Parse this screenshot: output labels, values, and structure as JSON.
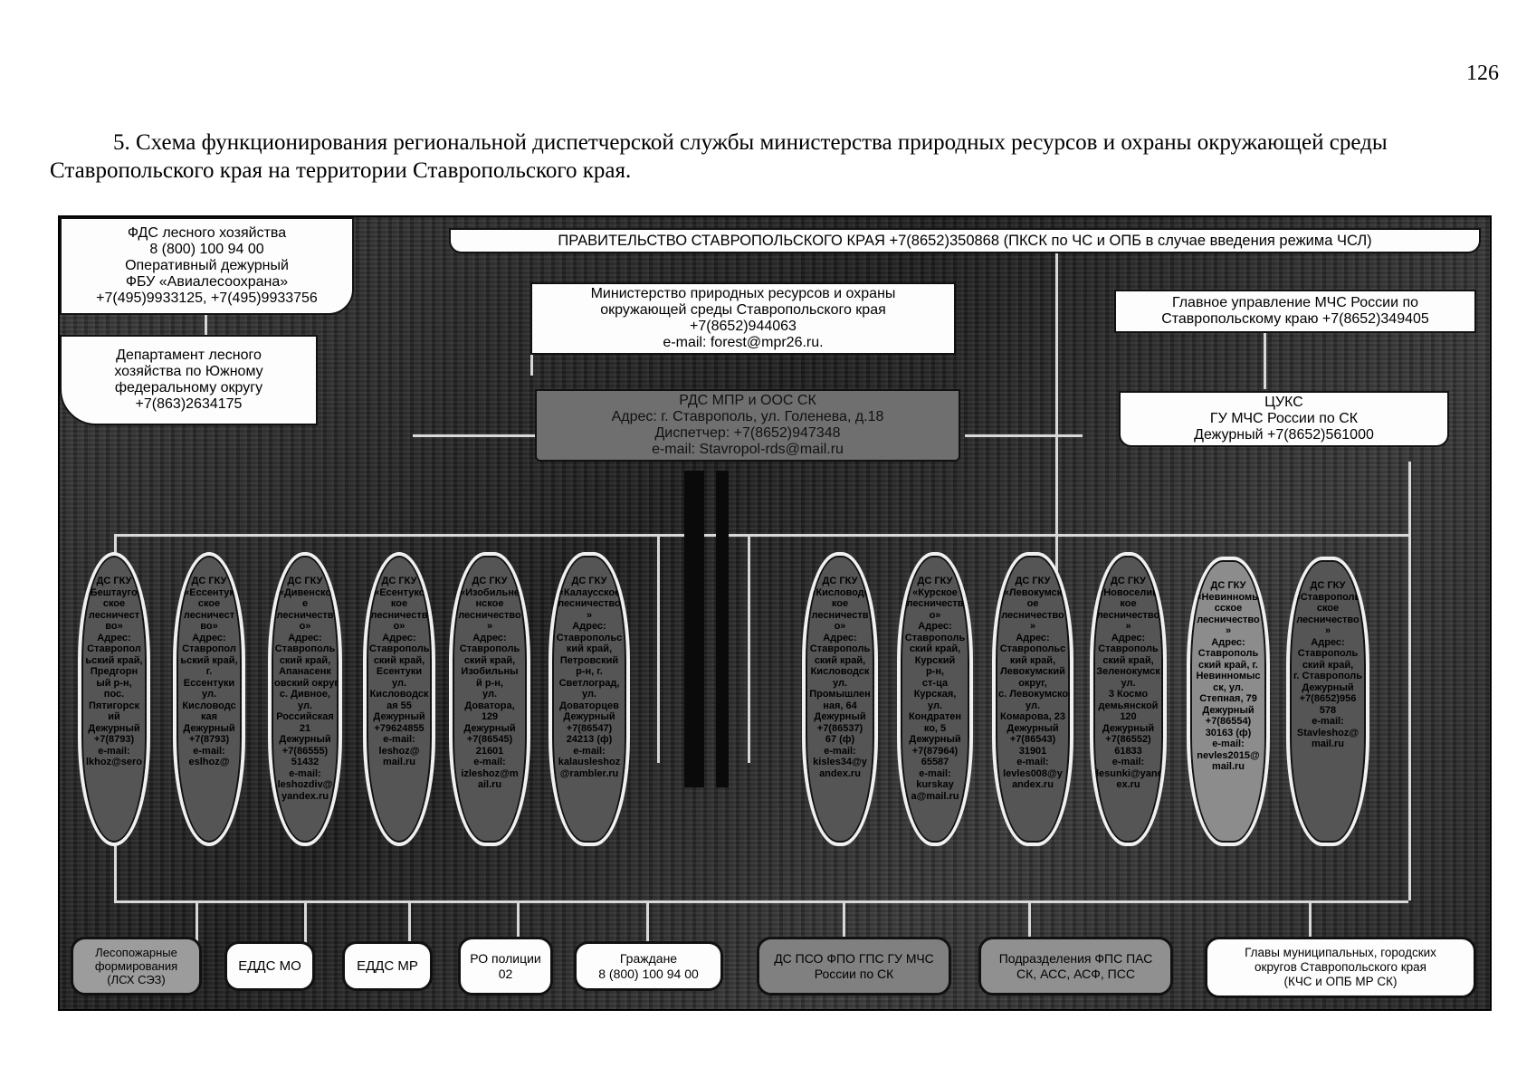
{
  "page": {
    "number": "126"
  },
  "heading": "5. Схема функционирования региональной диспетчерской службы министерства природных ресурсов и охраны окружающей среды Ставропольского края на территории Ставропольского края.",
  "diagram": {
    "fds": [
      "ФДС лесного хозяйства",
      "8 (800) 100 94 00",
      "Оперативный дежурный",
      "ФБУ «Авиалесоохрана»",
      "+7(495)9933125, +7(495)9933756"
    ],
    "department": [
      "Департамент лесного",
      "хозяйства по Южному",
      "федеральному округу",
      "+7(863)2634175"
    ],
    "government": "ПРАВИТЕЛЬСТВО СТАВРОПОЛЬСКОГО КРАЯ +7(8652)350868 (ПКСК по ЧС и ОПБ в случае введения режима ЧСЛ)",
    "ministry": [
      "Министерство природных ресурсов и охраны",
      "окружающей среды Ставропольского края",
      "+7(8652)944063",
      "e-mail: forest@mpr26.ru."
    ],
    "mchs": [
      "Главное управление МЧС России по",
      "Ставропольскому краю +7(8652)349405"
    ],
    "rds": [
      "РДС МПР и ООС СК",
      "Адрес: г. Ставрополь, ул. Голенева, д.18",
      "Диспетчер: +7(8652)947348",
      "e-mail: Stavropol-rds@mail.ru"
    ],
    "tsuks": [
      "ЦУКС",
      "ГУ МЧС России по СК",
      "Дежурный +7(8652)561000"
    ],
    "forestries": [
      [
        "ДС ГКУ",
        "«Бештаугор",
        "ское",
        "лесничест",
        "во»",
        "Адрес:",
        "Ставропол",
        "ьский край,",
        "Предгорн",
        "ый р-н,",
        "пос.",
        "Пятигорск",
        "ий",
        "Дежурный",
        "+7(8793)",
        "",
        "e-mail:",
        "lkhoz@sero"
      ],
      [
        "ДС ГКУ",
        "«Ессентук",
        "ское",
        "лесничест",
        "во»",
        "Адрес:",
        "Ставропол",
        "ьский край,",
        "г.",
        "Ессентуки",
        "ул.",
        "Кисловодс",
        "кая",
        "Дежурный",
        "+7(8793)",
        "",
        "e-mail:",
        "eslhoz@"
      ],
      [
        "ДС ГКУ",
        "«Дивенско",
        "е",
        "лесничеств",
        "о»",
        "Адрес:",
        "Ставрополь",
        "ский край,",
        "Апанасенк",
        "овский округ,",
        "с. Дивное,",
        "ул.",
        "Российская",
        "21",
        "Дежурный",
        "+7(86555)",
        "51432",
        "e-mail:",
        "leshozdiv@",
        "yandex.ru"
      ],
      [
        "ДС ГКУ",
        "«Есентукс",
        "кое",
        "лесничеств",
        "о»",
        "Адрес:",
        "Ставрополь",
        "ский край,",
        "Есентуки",
        "ул.",
        "Кисловодск",
        "ая 55",
        "Дежурный",
        "+79624855",
        "",
        "e-mail:",
        "leshoz@",
        "mail.ru"
      ],
      [
        "ДС ГКУ",
        "«Изобильне",
        "нское",
        "лесничество",
        "»",
        "Адрес:",
        "Ставрополь",
        "ский край,",
        "Изобильны",
        "й р-н,",
        "ул.",
        "Доватора,",
        "129",
        "Дежурный",
        "+7(86545)",
        "21601",
        "e-mail:",
        "izleshoz@m",
        "ail.ru"
      ],
      [
        "ДС ГКУ",
        "«Калаусское",
        "лесничество",
        "»",
        "Адрес:",
        "Ставропольс",
        "кий край,",
        "Петровский",
        "р-н, г.",
        "Светлоград,",
        "ул.",
        "Доваторцев",
        "Дежурный",
        "+7(86547)",
        "24213 (ф)",
        "",
        "e-mail:",
        "kalausleshoz",
        "@rambler.ru"
      ],
      [
        "ДС ГКУ",
        "«Кисловодс",
        "кое",
        "лесничеств",
        "о»",
        "Адрес:",
        "Ставрополь",
        "ский край,",
        "Кисловодск",
        "ул.",
        "Промышлен",
        "ная, 64",
        "Дежурный",
        "+7(86537)",
        "67 (ф)",
        "e-mail:",
        "kisles34@y",
        "andex.ru"
      ],
      [
        "ДС ГКУ",
        "«Курское",
        "лесничеств",
        "о»",
        "Адрес:",
        "Ставрополь",
        "ский край,",
        "Курский",
        "р-н,",
        "ст-ца",
        "Курская,",
        "ул.",
        "Кондратен",
        "ко, 5",
        "Дежурный",
        "+7(87964)",
        "65587",
        "e-mail:",
        "kurskay",
        "a@mail.ru"
      ],
      [
        "ДС ГКУ",
        "«Левокумск",
        "ое",
        "лесничество",
        "»",
        "Адрес:",
        "Ставропольс",
        "кий край,",
        "Левокумский",
        "округ,",
        "с. Левокумское",
        "ул.",
        "Комарова, 23",
        "Дежурный",
        "+7(86543)",
        "31901",
        "e-mail:",
        "levles008@y",
        "andex.ru"
      ],
      [
        "ДС ГКУ",
        "«Новоселиц",
        "кое",
        "лесничество",
        "»",
        "Адрес:",
        "Ставрополь",
        "ский край,",
        "Зеленокумск",
        "ул.",
        "3 Космо",
        "демьянской",
        "120",
        "Дежурный",
        "+7(86552)",
        "61833",
        "e-mail:",
        "lesunki@yand",
        "ex.ru"
      ],
      [
        "ДС ГКУ",
        "«Невинномы",
        "сское",
        "лесничество",
        "»",
        "Адрес:",
        "Ставрополь",
        "ский край, г.",
        "Невинномыс",
        "ск, ул.",
        "Степная, 79",
        "Дежурный",
        "+7(86554)",
        "30163 (ф)",
        "e-mail:",
        "nevles2015@",
        "mail.ru"
      ],
      [
        "ДС ГКУ",
        "«Ставрополь",
        "ское",
        "лесничество",
        "»",
        "Адрес:",
        "Ставрополь",
        "ский край,",
        "г. Ставрополь",
        "Дежурный",
        "+7(8652)956",
        "578",
        "e-mail:",
        "Stavleshoz@",
        "mail.ru"
      ]
    ],
    "bottom": [
      [
        "Лесопожарные",
        "формирования",
        "(ЛСХ СЭЗ)"
      ],
      [
        "ЕДДС МО"
      ],
      [
        "ЕДДС МР"
      ],
      [
        "РО полиции",
        "02"
      ],
      [
        "Граждане",
        "8 (800) 100 94 00"
      ],
      [
        "ДС ПСО ФПО ГПС ГУ МЧС",
        "России по СК"
      ],
      [
        "Подразделения ФПС ПАС",
        "СК, АСС, АСФ, ПСС"
      ],
      [
        "Главы муниципальных, городских",
        "округов Ставропольского края",
        "(КЧС и ОПБ МР СК)"
      ]
    ]
  }
}
